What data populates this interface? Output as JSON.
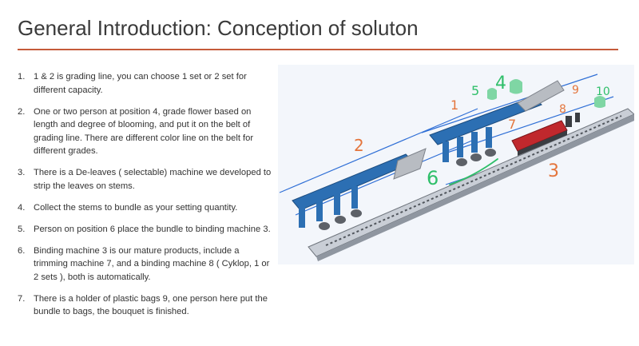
{
  "slide": {
    "title": "General Introduction: Conception of soluton"
  },
  "steps": [
    {
      "num": "1.",
      "text": "1 & 2 is grading line, you can choose 1 set or 2 set for different capacity."
    },
    {
      "num": "2.",
      "text": "One or two person at position 4, grade flower based on length and degree of blooming, and put it on the belt of grading line. There are different color line on the belt for different grades."
    },
    {
      "num": "3.",
      "text": "There is a De-leaves ( selectable) machine we developed to strip the leaves on stems."
    },
    {
      "num": "4.",
      "text": "Collect the stems to bundle as your setting quantity."
    },
    {
      "num": "5.",
      "text": "Person on position 6 place the bundle to binding machine 3."
    },
    {
      "num": "6.",
      "text": "Binding machine 3 is our mature products, include a trimming machine 7, and a binding machine 8 ( Cyklop, 1 or 2 sets ), both is automatically."
    },
    {
      "num": "7.",
      "text": "There is a holder of plastic bags 9, one person here put the bundle to bags, the bouquet is finished."
    }
  ],
  "figure": {
    "labels": {
      "l1": "1",
      "l2": "2",
      "l3": "3",
      "l4": "4",
      "l5": "5",
      "l6": "6",
      "l7": "7",
      "l8": "8",
      "l9": "9",
      "l10": "10"
    }
  }
}
